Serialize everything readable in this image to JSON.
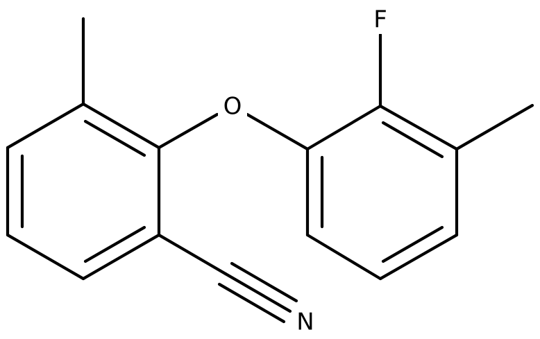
{
  "structure": {
    "atoms": {
      "oxygen": "O",
      "fluorine": "F",
      "nitrogen": "N"
    }
  },
  "colors": {
    "bond": "#000000",
    "background": "#ffffff"
  }
}
